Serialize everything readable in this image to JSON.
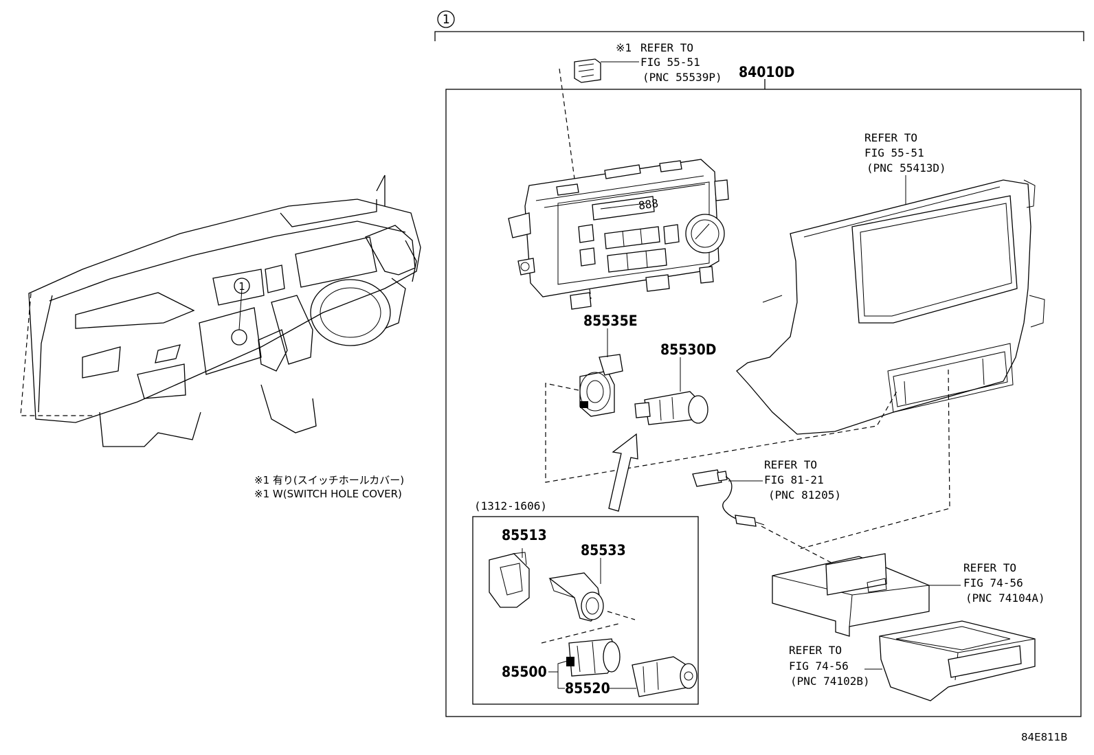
{
  "callout": {
    "number": "1"
  },
  "assembly": {
    "part_number": "84010D"
  },
  "refs": {
    "switch": {
      "mark": "※1",
      "line1": "REFER TO",
      "line2": "FIG 55-51",
      "line3": "(PNC 55539P)"
    },
    "panel": {
      "line1": "REFER TO",
      "line2": "FIG 55-51",
      "line3": "(PNC 55413D)"
    },
    "wire": {
      "line1": "REFER TO",
      "line2": "FIG 81-21",
      "line3": "(PNC 81205)"
    },
    "box": {
      "line1": "REFER TO",
      "line2": "FIG 74-56",
      "line3": "(PNC 74104A)"
    },
    "tray": {
      "line1": "REFER TO",
      "line2": "FIG 74-56",
      "line3": "(PNC 74102B)"
    }
  },
  "parts": {
    "p85535E": "85535E",
    "p85530D": "85530D",
    "p85513": "85513",
    "p85533": "85533",
    "p85500": "85500",
    "p85520": "85520"
  },
  "date_range": "(1312-1606)",
  "notes": {
    "line1": "※1 有り(スイッチホールカバー)",
    "line2": "※1 W(SWITCH HOLE COVER)"
  },
  "figure_code": "84E811B"
}
